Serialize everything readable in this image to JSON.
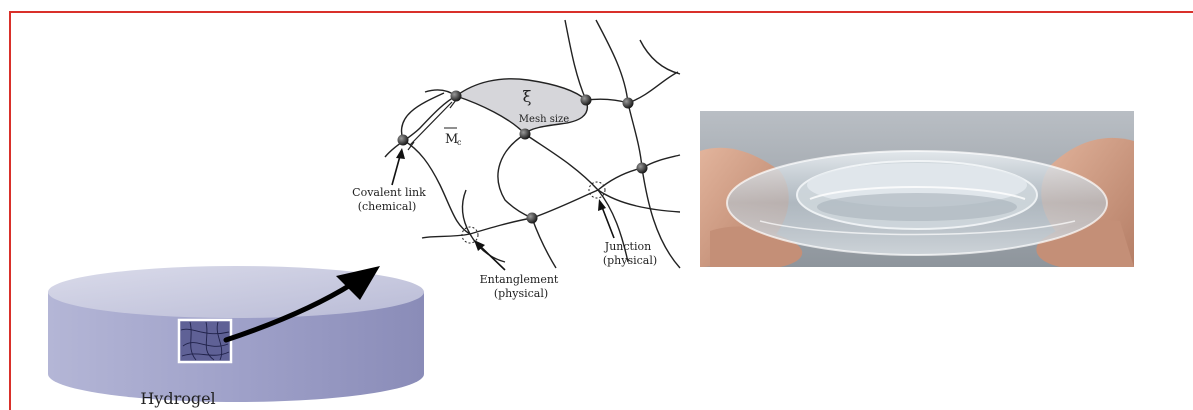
{
  "labels": {
    "xi": "ξ",
    "mesh_size": "Mesh size",
    "mc": "M",
    "mc_sub": "c",
    "covalent_line1": "Covalent link",
    "covalent_line2": "(chemical)",
    "junction_line1": "Junction",
    "junction_line2": "(physical)",
    "entanglement_line1": "Entanglement",
    "entanglement_line2": "(physical)",
    "hydrogel": "Hydrogel"
  },
  "colors": {
    "frame": "#d9302a",
    "cylinder_side": "#9a9cc4",
    "cylinder_top": "#c9cbe0",
    "mesh_fill": "#d8d8dc",
    "node": "#333333"
  },
  "icons": {
    "arrow": "curved-arrow-icon",
    "photo": "hydrogel-dish-photo"
  }
}
